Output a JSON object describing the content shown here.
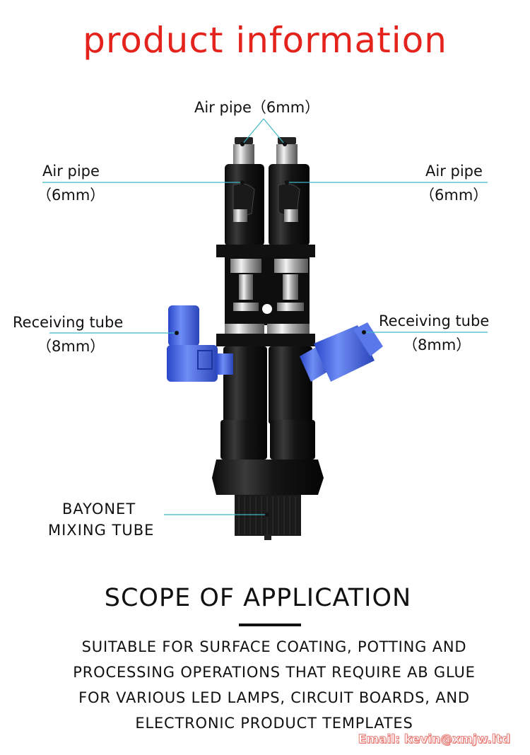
{
  "title": "product information",
  "labels": {
    "air_pipe_top": "Air pipe（6mm）",
    "air_pipe_left_1": "Air pipe",
    "air_pipe_left_2": "（6mm）",
    "air_pipe_right_1": "Air pipe",
    "air_pipe_right_2": "（6mm）",
    "receiving_left_1": "Receiving tube",
    "receiving_left_2": "（8mm）",
    "receiving_right_1": "Receiving tube",
    "receiving_right_2": "（8mm）",
    "bayonet_1": "BAYONET",
    "bayonet_2": "MIXING TUBE"
  },
  "scope": {
    "title": "SCOPE OF APPLICATION",
    "lines": [
      "SUITABLE FOR SURFACE COATING, POTTING AND",
      "PROCESSING OPERATIONS THAT REQUIRE AB GLUE",
      "FOR VARIOUS LED LAMPS, CIRCUIT BOARDS, AND",
      "ELECTRONIC PRODUCT TEMPLATES"
    ]
  },
  "email": "Email: kevin@xmjw.ltd",
  "colors": {
    "title": "#e4231d",
    "leader": "#3fb7c4",
    "tube": "#3a5fe0"
  }
}
